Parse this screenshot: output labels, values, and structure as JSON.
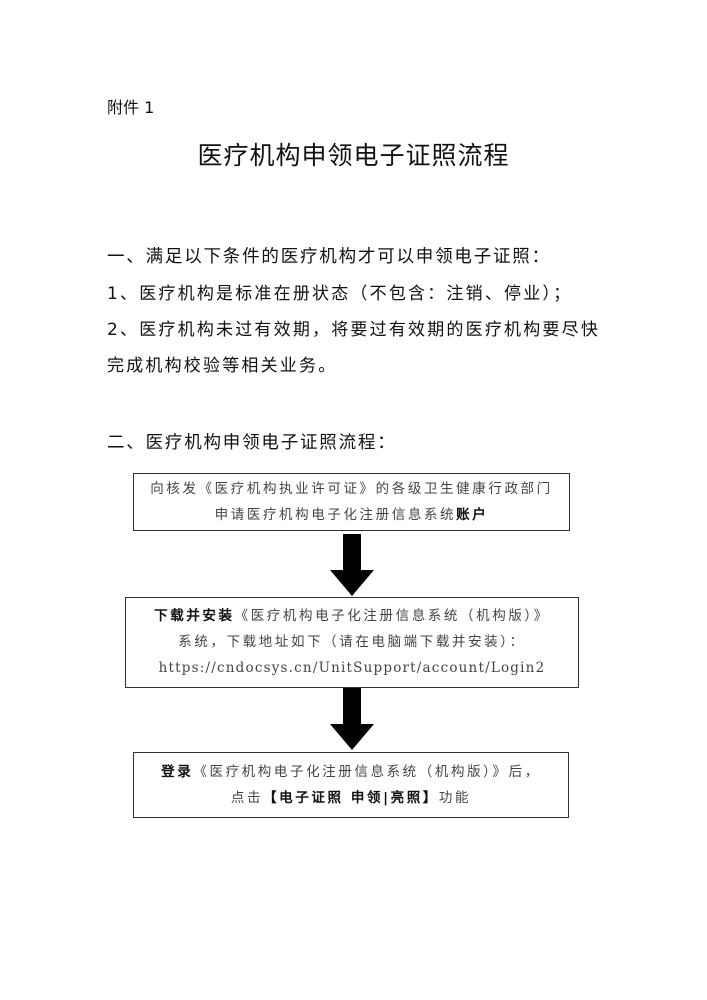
{
  "attachment_label": "附件 1",
  "title": "医疗机构申领电子证照流程",
  "section1": {
    "heading": "一、满足以下条件的医疗机构才可以申领电子证照：",
    "items": [
      "1、医疗机构是标准在册状态（不包含：注销、停业）；",
      "2、医疗机构未过有效期，将要过有效期的医疗机构要尽快",
      "完成机构校验等相关业务。"
    ]
  },
  "section2": {
    "heading": "二、医疗机构申领电子证照流程：",
    "steps": [
      {
        "line1": "向核发《医疗机构执业许可证》的各级卫生健康行政部门",
        "line2_a": "申请医疗机构电子化注册信息系统",
        "line2_b": "账户"
      },
      {
        "line1_a": "下载并安装",
        "line1_b": "《医疗机构电子化注册信息系统（机构版）》",
        "line2": "系统，下载地址如下（请在电脑端下载并安装）：",
        "url": "https://cndocsys.cn/UnitSupport/account/Login2"
      },
      {
        "line1_a": "登录",
        "line1_b": "《医疗机构电子化注册信息系统（机构版）》后，",
        "line2_a": "点击",
        "line2_b": "【电子证照 申领|亮照】",
        "line2_c": "功能"
      }
    ]
  }
}
